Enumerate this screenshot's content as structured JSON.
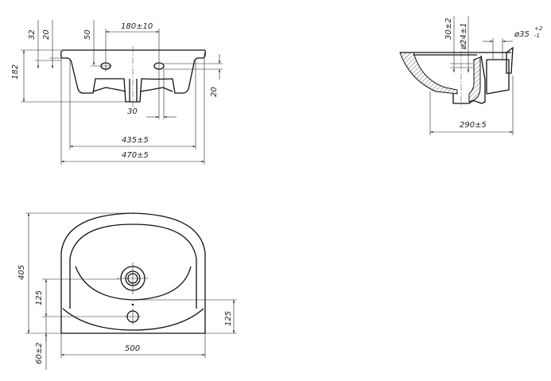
{
  "front_view": {
    "dims": {
      "height_total": "182",
      "rim_32": "32",
      "rim_20": "20",
      "hole_depth": "50",
      "hole_spacing": "180±10",
      "drain_width": "30",
      "right_20": "20",
      "inner_width": "435±5",
      "outer_width": "470±5"
    }
  },
  "side_view": {
    "dims": {
      "depth": "30±2",
      "drain_dia": "ø24±1",
      "overflow_dia": "ø35",
      "overflow_tol_upper": "+2",
      "overflow_tol_lower": "-1",
      "length": "290±5"
    }
  },
  "top_view": {
    "dims": {
      "depth_total": "405",
      "left_125": "125",
      "front_60": "60±2",
      "right_125": "125",
      "width": "500"
    }
  }
}
